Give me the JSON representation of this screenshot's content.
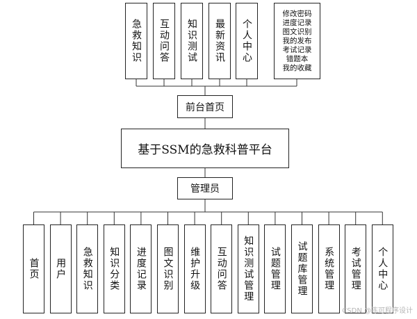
{
  "diagram": {
    "title": "基于SSM的急救科普平台",
    "frontend": {
      "label": "前台首页",
      "modules": [
        "急救知识",
        "互动问答",
        "知识测试",
        "最新资讯",
        "个人中心"
      ],
      "personal_center_items": [
        "修改密码",
        "进度记录",
        "图文识别",
        "我的发布",
        "考试记录",
        "错题本",
        "我的收藏"
      ]
    },
    "admin": {
      "label": "管理员",
      "modules": [
        "首页",
        "用户",
        "急救知识",
        "知识分类",
        "进度记录",
        "图文识别",
        "维护升级",
        "互动问答",
        "知识测试管理",
        "试题管理",
        "试题库管理",
        "系统管理",
        "考试管理",
        "个人中心"
      ]
    }
  },
  "watermark": "CSDN @陈可程序设计"
}
